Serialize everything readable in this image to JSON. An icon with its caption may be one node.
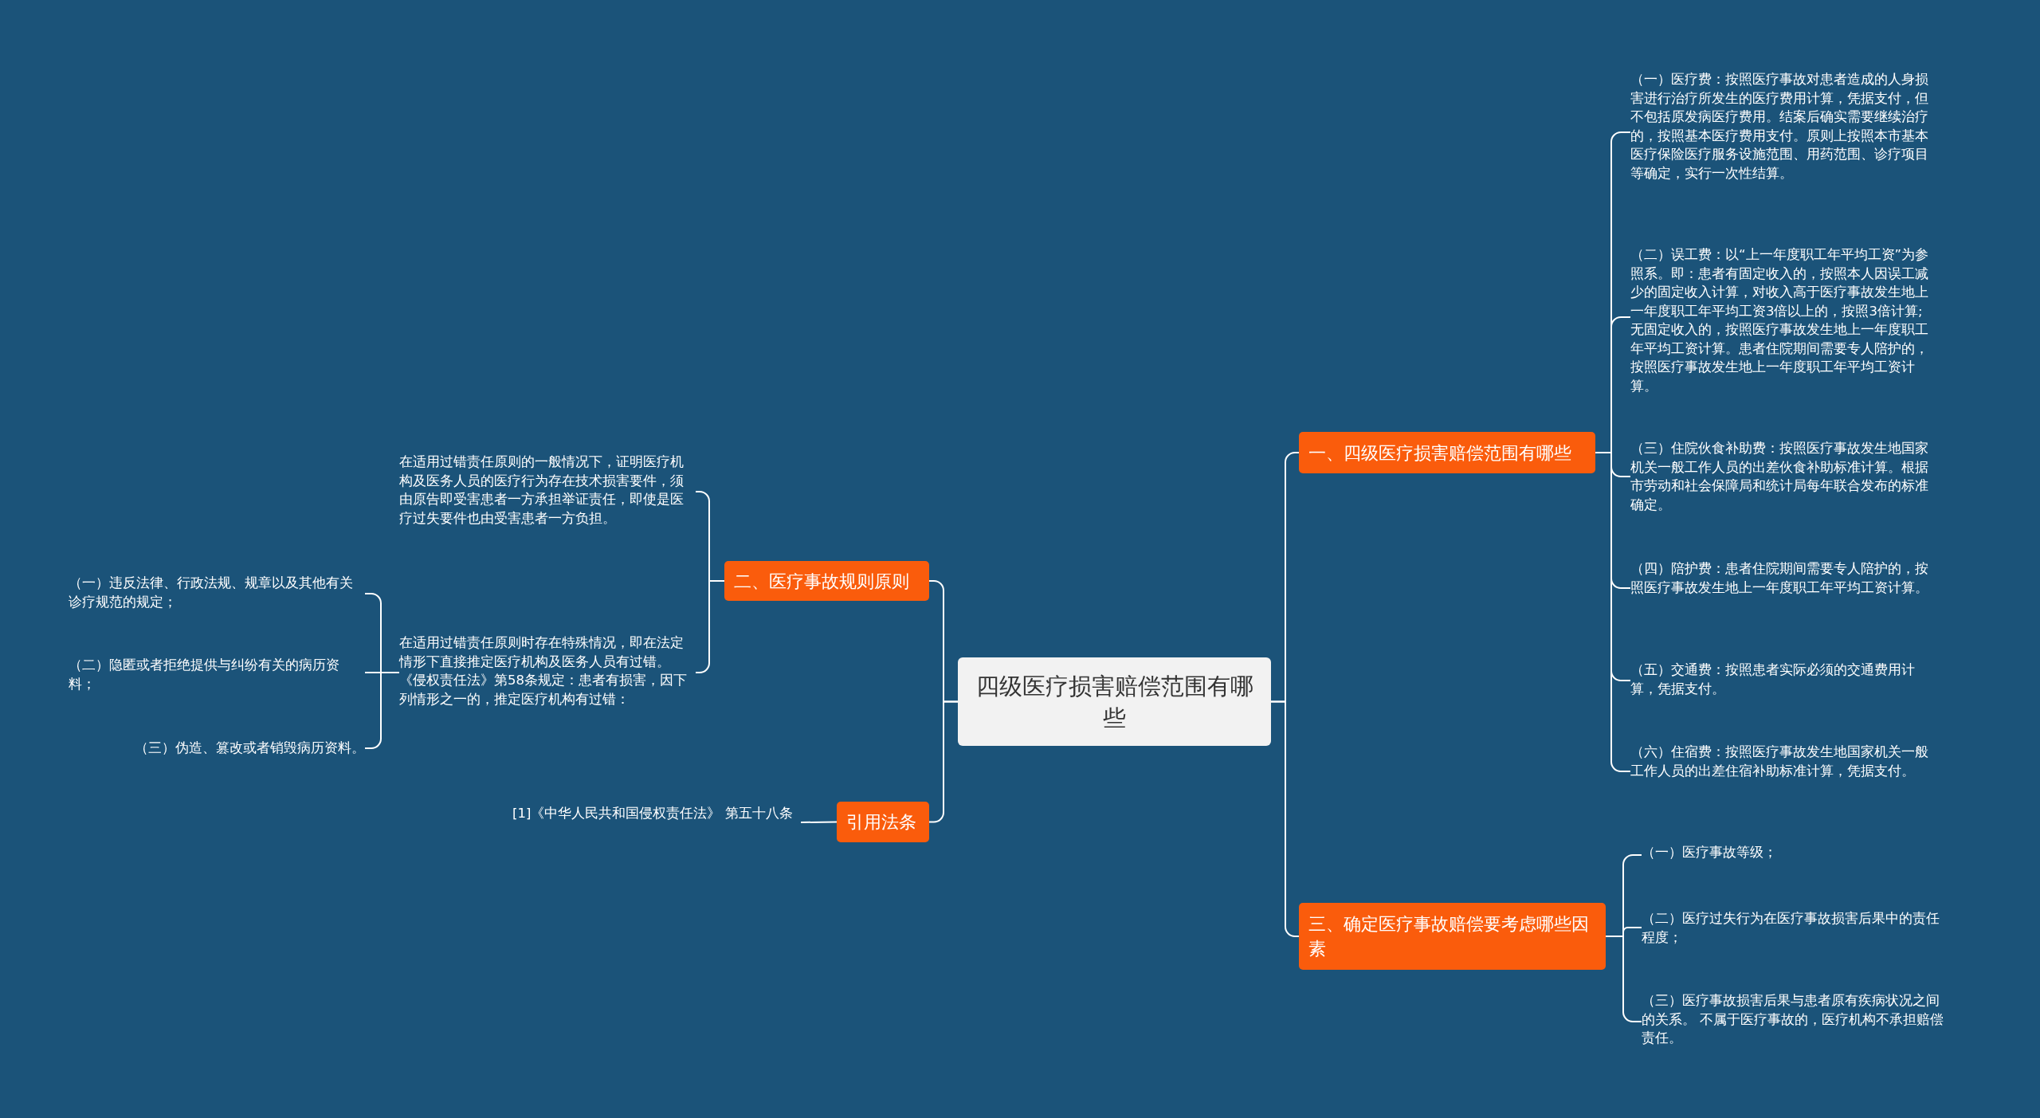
{
  "diagram": {
    "nodes": [
      {
        "text": [
          "四级医疗损害赔偿范围有哪些"
        ]
      },
      {
        "text": [
          "一、四级医疗损害赔偿范围有哪些"
        ]
      },
      {
        "text": [
          "（一）医疗费：按照医疗事故对患者造成的人身损害进行治疗所发生的医疗费用计算，凭据支付，但不包括原发病医疗费用。结案后确实需要继续治疗的，按照基本医疗费用支付。原则上按照本市基本医疗保险医疗服务设施范围、用药范围、诊疗项目等确定，实行一次性结算。"
        ]
      },
      {
        "text": [
          "（二）误工费：以“上一年度职工年平均工资”为参照系。即：患者有固定收入的，按照本人因误工减少的固定收入计算，对收入高于医疗事故发生地上一年度职工年平均工资3倍以上的，按照3倍计算;无固定收入的，按照医疗事故发生地上一年度职工年平均工资计算。患者住院期间需要专人陪护的，按照医疗事故发生地上一年度职工年平均工资计算。"
        ]
      },
      {
        "text": [
          "（三）住院伙食补助费：按照医疗事故发生地国家机关一般工作人员的出差伙食补助标准计算。根据市劳动和社会保障局和统计局每年联合发布的标准确定。"
        ]
      },
      {
        "text": [
          "（四）陪护费：患者住院期间需要专人陪护的，按照医疗事故发生地上一年度职工年平均工资计算。"
        ]
      },
      {
        "text": [
          "（五）交通费：按照患者实际必须的交通费用计算，凭据支付。"
        ]
      },
      {
        "text": [
          "（六）住宿费：按照医疗事故发生地国家机关一般工作人员的出差住宿补助标准计算，凭据支付。"
        ]
      },
      {
        "text": [
          "三、确定医疗事故赔偿要考虑哪些因素"
        ]
      },
      {
        "text": [
          "（一）医疗事故等级；"
        ]
      },
      {
        "text": [
          "（二）医疗过失行为在医疗事故损害后果中的责任程度；"
        ]
      },
      {
        "text": [
          "（三）医疗事故损害后果与患者原有疾病状况之间的关系。 不属于医疗事故的，医疗机构不承担赔偿责任。"
        ]
      },
      {
        "text": [
          "二、医疗事故规则原则"
        ]
      },
      {
        "text": [
          "在适用过错责任原则的一般情况下，证明医疗机构及医务人员的医疗行为存在技术损害要件，须由原告即受害患者一方承担举证责任，即使是医疗过失要件也由受害患者一方负担。"
        ]
      },
      {
        "text": [
          "在适用过错责任原则时存在特殊情况，即在法定情形下直接推定医疗机构及医务人员有过错。《侵权责任法》第58条规定：患者有损害，因下列情形之一的，推定医疗机构有过错："
        ]
      },
      {
        "text": [
          "（一）违反法律、行政法规、规章以及其他有关诊疗规范的规定；"
        ]
      },
      {
        "text": [
          "（二）隐匿或者拒绝提供与纠纷有关的病历资料；"
        ]
      },
      {
        "text": [
          "（三）伪造、篡改或者销毁病历资料。"
        ]
      },
      {
        "text": [
          "引用法条"
        ]
      },
      {
        "text": [
          "[1]《中华人民共和国侵权责任法》 第五十八条"
        ]
      }
    ],
    "edges": [
      {
        "from": 0,
        "to": 1,
        "arrow": "none"
      },
      {
        "from": 1,
        "to": 2,
        "arrow": "none"
      },
      {
        "from": 1,
        "to": 3,
        "arrow": "none"
      },
      {
        "from": 1,
        "to": 4,
        "arrow": "none"
      },
      {
        "from": 1,
        "to": 5,
        "arrow": "none"
      },
      {
        "from": 1,
        "to": 6,
        "arrow": "none"
      },
      {
        "from": 1,
        "to": 7,
        "arrow": "none"
      },
      {
        "from": 0,
        "to": 8,
        "arrow": "none"
      },
      {
        "from": 8,
        "to": 9,
        "arrow": "none"
      },
      {
        "from": 8,
        "to": 10,
        "arrow": "none"
      },
      {
        "from": 8,
        "to": 11,
        "arrow": "none"
      },
      {
        "from": 0,
        "to": 12,
        "arrow": "none"
      },
      {
        "from": 12,
        "to": 13,
        "arrow": "none"
      },
      {
        "from": 12,
        "to": 14,
        "arrow": "none"
      },
      {
        "from": 14,
        "to": 15,
        "arrow": "none"
      },
      {
        "from": 14,
        "to": 16,
        "arrow": "none"
      },
      {
        "from": 14,
        "to": 17,
        "arrow": "none"
      },
      {
        "from": 0,
        "to": 18,
        "arrow": "none"
      },
      {
        "from": 18,
        "to": 19,
        "arrow": "none"
      }
    ]
  }
}
